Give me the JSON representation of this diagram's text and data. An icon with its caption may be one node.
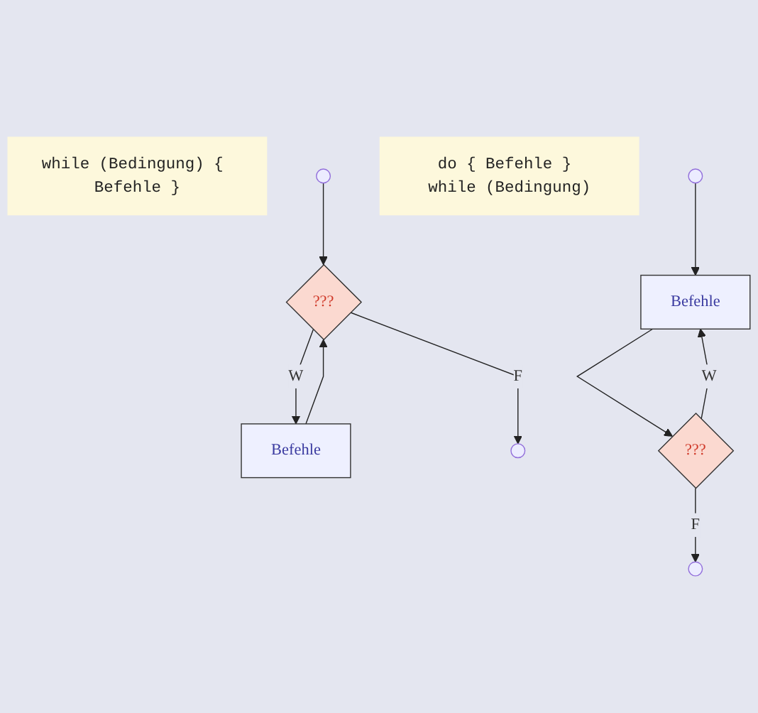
{
  "diagram": {
    "nodes": [
      {
        "text": [
          "while (Bedingung) { Befehle }"
        ]
      },
      {
        "text": [],
        "shape": "circle"
      },
      {
        "text": [
          "???"
        ]
      },
      {
        "text": [
          "Befehle"
        ]
      },
      {
        "text": [],
        "shape": "circle"
      },
      {
        "text": [
          "do { Befehle } while (Bedingung)"
        ]
      },
      {
        "text": [],
        "shape": "circle"
      },
      {
        "text": [
          "Befehle"
        ]
      },
      {
        "text": [
          "???"
        ]
      },
      {
        "text": [],
        "shape": "circle"
      }
    ],
    "edges": [
      {
        "from": 1,
        "to": 2,
        "arrow": "to"
      },
      {
        "from": 2,
        "to": 3,
        "label": "W",
        "arrow": "to"
      },
      {
        "from": 3,
        "to": 2,
        "arrow": "to"
      },
      {
        "from": 2,
        "to": 4,
        "label": "F",
        "arrow": "to"
      },
      {
        "from": 6,
        "to": 7,
        "arrow": "to"
      },
      {
        "from": 7,
        "to": 8,
        "arrow": "to"
      },
      {
        "from": 8,
        "to": 7,
        "label": "W",
        "arrow": "to"
      },
      {
        "from": 8,
        "to": 9,
        "label": "F",
        "arrow": "to"
      }
    ]
  }
}
